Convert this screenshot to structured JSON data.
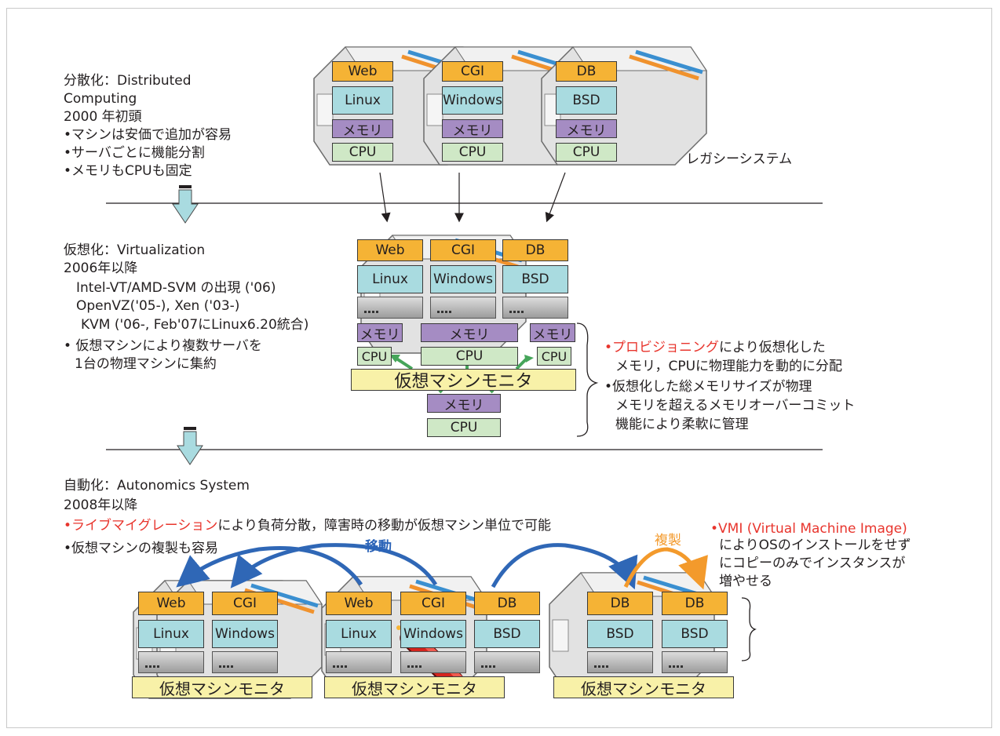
{
  "colors": {
    "web": "#f5b335",
    "os": "#a9dbe0",
    "mem": "#a58cc3",
    "cpu": "#cfe8c6",
    "vmm": "#f8f1a8",
    "arrow_blue": "#2f67b6",
    "arrow_orange": "#f39a2c",
    "red_text": "#e8352d"
  },
  "section1": {
    "lines": [
      "分散化：Distributed",
      "Computing",
      "2000 年初頭",
      "•マシンは安価で追加が容易",
      "•サーバごとに機能分割",
      "•メモリもCPUも固定"
    ],
    "legacy_label": "レガシーシステム",
    "servers": [
      {
        "app": "Web",
        "os": "Linux",
        "mem": "メモリ",
        "cpu": "CPU"
      },
      {
        "app": "CGI",
        "os": "Windows",
        "mem": "メモリ",
        "cpu": "CPU"
      },
      {
        "app": "DB",
        "os": "BSD",
        "mem": "メモリ",
        "cpu": "CPU"
      }
    ]
  },
  "section2": {
    "lines": [
      "仮想化：Virtualization",
      "2006年以降",
      "Intel-VT/AMD-SVM の出現 ('06)",
      "OpenVZ('05-), Xen ('03-)",
      "KVM ('06-, Feb'07にLinux6.20統合)",
      "• 仮想マシンにより複数サーバを",
      "1台の物理マシンに集約"
    ],
    "vms": [
      {
        "app": "Web",
        "os": "Linux"
      },
      {
        "app": "CGI",
        "os": "Windows"
      },
      {
        "app": "DB",
        "os": "BSD"
      }
    ],
    "mem_labels": [
      "メモリ",
      "メモリ",
      "メモリ"
    ],
    "cpu_labels": [
      "CPU",
      "CPU",
      "CPU"
    ],
    "vmm": "仮想マシンモニタ",
    "phys_mem": "メモリ",
    "phys_cpu": "CPU",
    "note_highlight": "•プロビジョニング",
    "note_line1_rest": "により仮想化した",
    "note_line2": "メモリ，CPUに物理能力を動的に分配",
    "note_line3": "•仮想化した総メモリサイズが物理",
    "note_line4": "メモリを超えるメモリオーバーコミット",
    "note_line5": "機能により柔軟に管理"
  },
  "section3": {
    "title": "自動化：Autonomics System",
    "year": "2008年以降",
    "live_highlight": "•ライブマイグレーション",
    "live_rest": "により負荷分散，障害時の移動が仮想マシン単位で可能",
    "copy_line": "•仮想マシンの複製も容易",
    "move_label": "移動",
    "copy_label": "複製",
    "vmi_highlight": "•VMI (Virtual Machine Image)",
    "vmi_line2": "によりOSのインストールをせず",
    "vmi_line3": "にコピーのみでインスタンスが",
    "vmi_line4": "増やせる",
    "hosts": [
      {
        "vms": [
          {
            "app": "Web",
            "os": "Linux"
          },
          {
            "app": "CGI",
            "os": "Windows"
          }
        ],
        "vmm": "仮想マシンモニタ"
      },
      {
        "vms": [
          {
            "app": "Web",
            "os": "Linux"
          },
          {
            "app": "CGI",
            "os": "Windows"
          },
          {
            "app": "DB",
            "os": "BSD"
          }
        ],
        "vmm": "仮想マシンモニタ"
      },
      {
        "vms": [
          {
            "app": "DB",
            "os": "BSD"
          },
          {
            "app": "DB",
            "os": "BSD"
          }
        ],
        "vmm": "仮想マシンモニタ"
      }
    ]
  }
}
